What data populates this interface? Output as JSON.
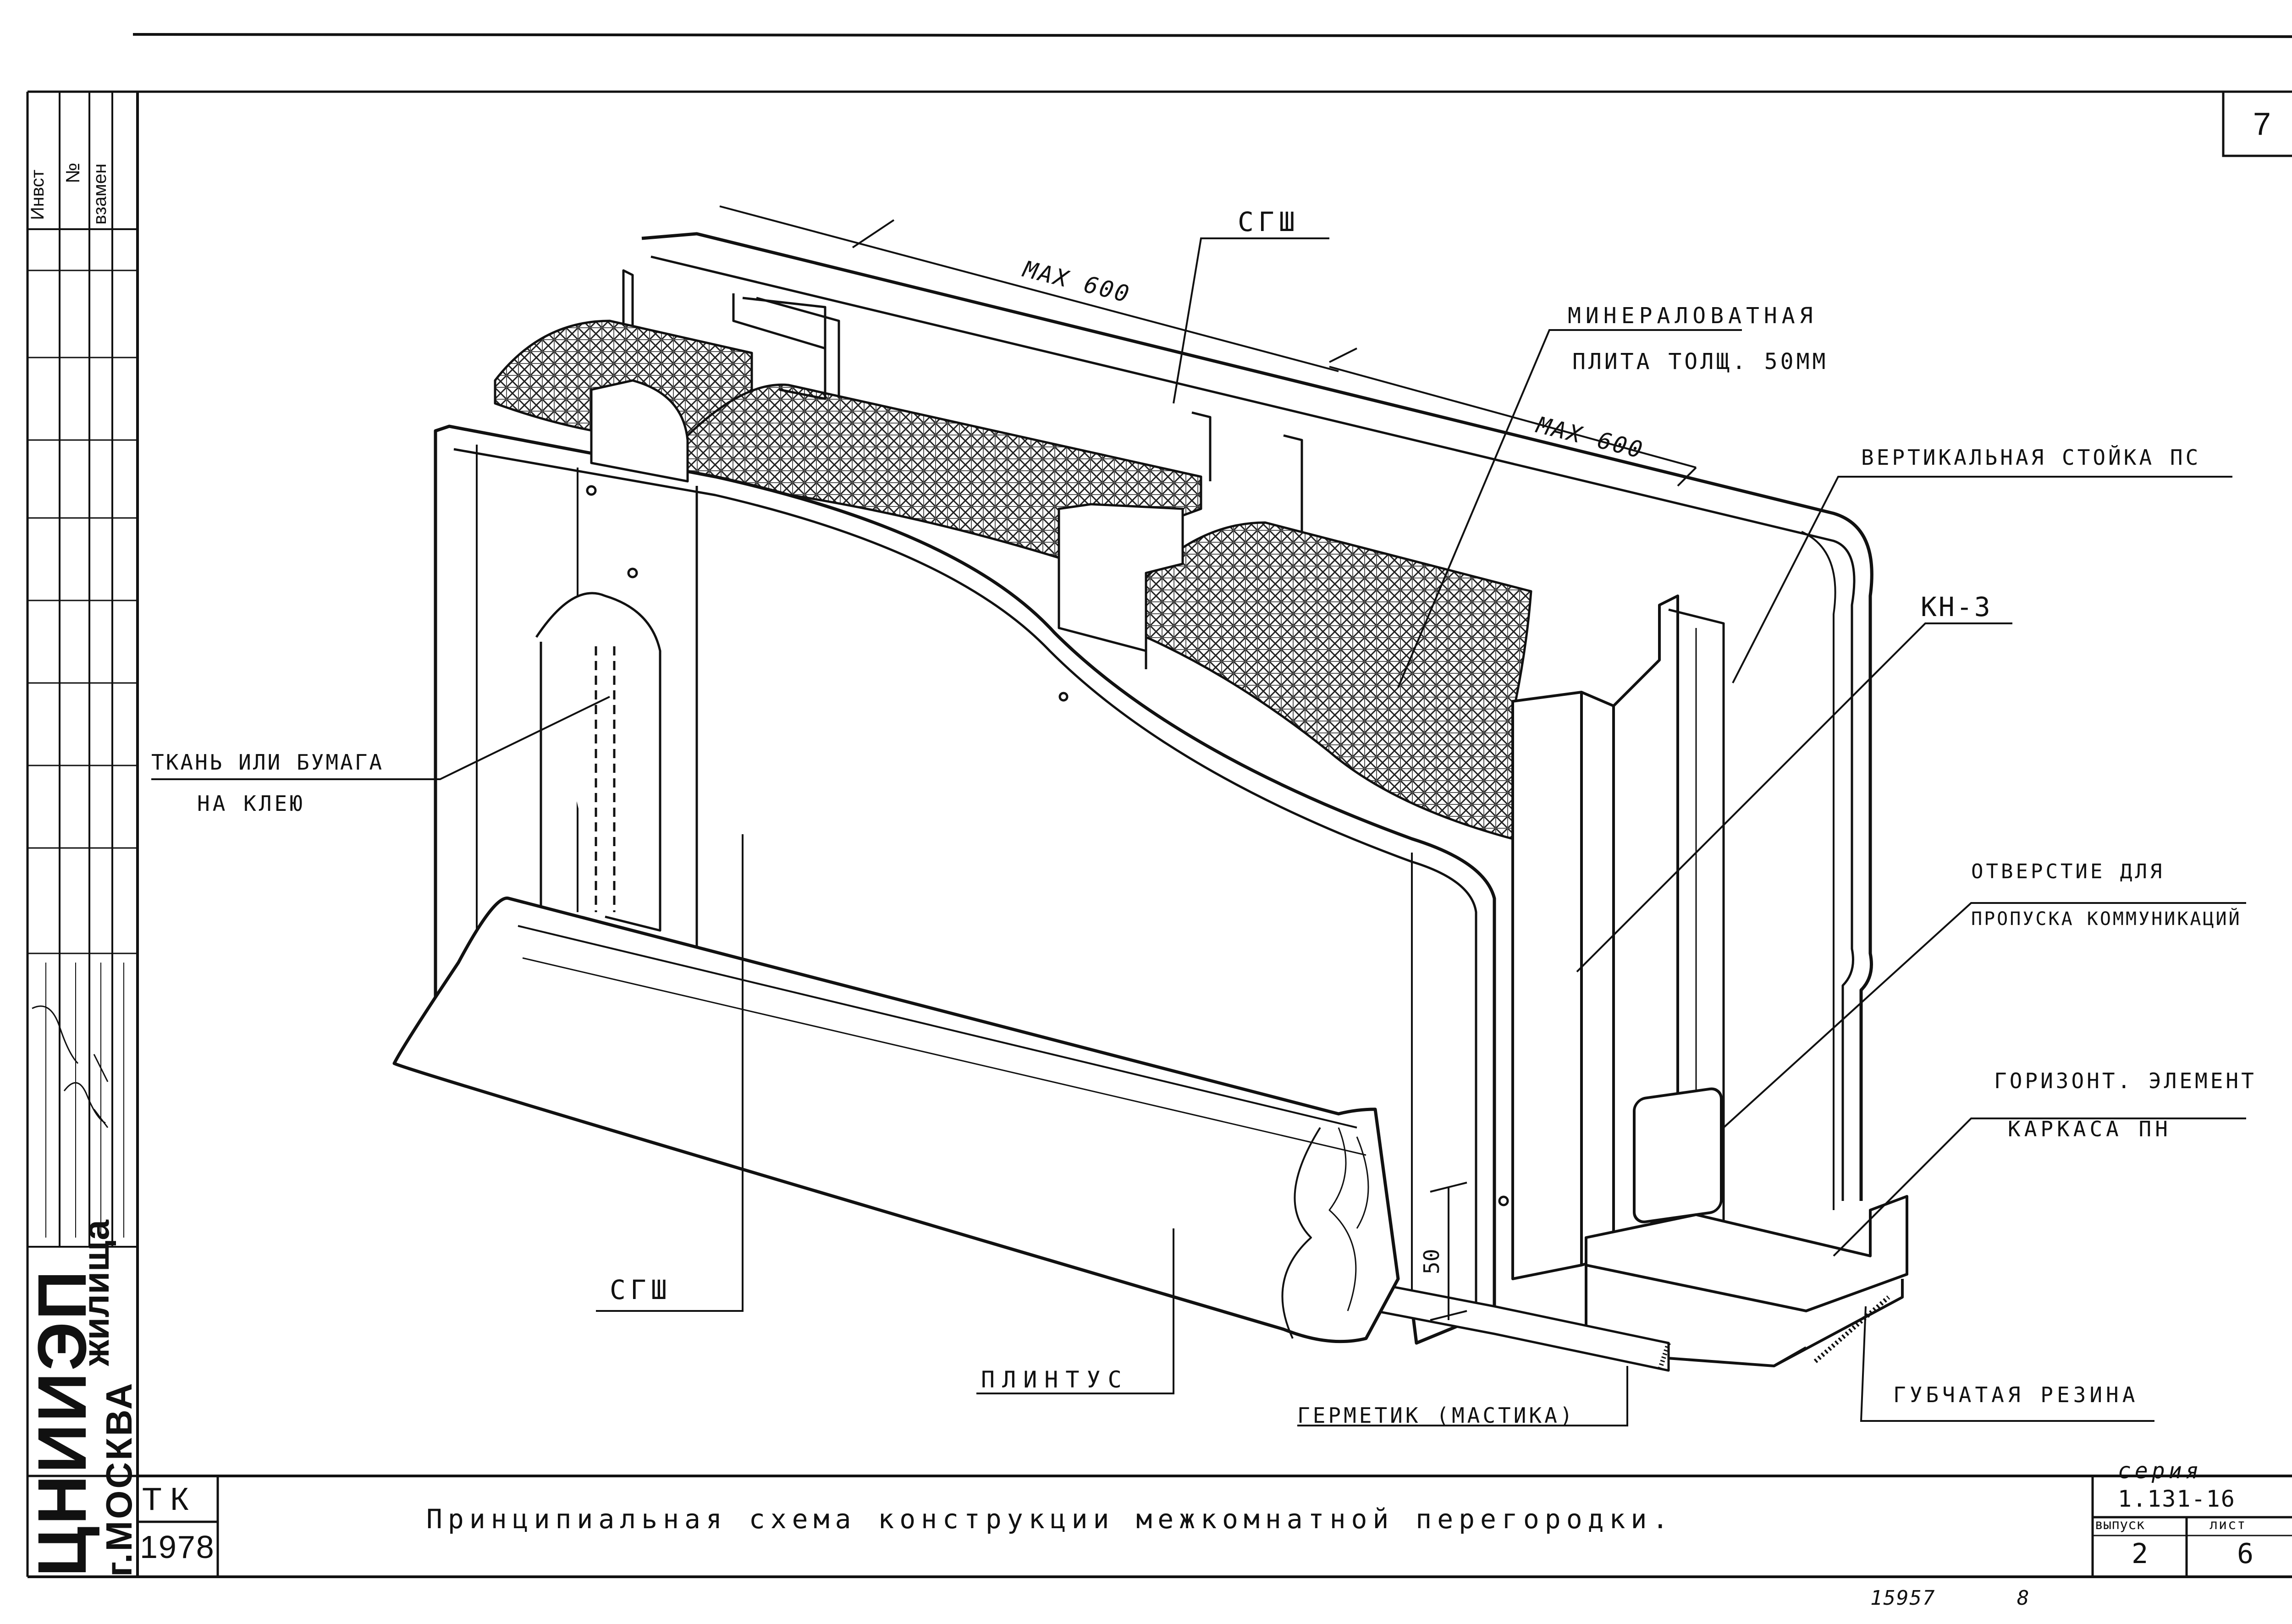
{
  "sheet": {
    "page_number": "7",
    "title": "Принципиальная схема конструкции межкомнатной перегородки.",
    "org_name": "ЦНИИЭП",
    "org_subtitle": "жилища",
    "city": "г.МОСКВА",
    "tk": "ТК",
    "year": "1978",
    "series_label": "серия",
    "series_number": "1.131-16",
    "issue_label": "выпуск",
    "issue_value": "2",
    "sheet_label": "лист",
    "sheet_value": "6",
    "footer_number": "15957",
    "footer_mark": "8",
    "stamp_top": [
      "Инвст",
      "№",
      "взамен"
    ]
  },
  "callouts": {
    "sgsh_top": "СГШ",
    "mineral_line1": "МИНЕРАЛОВАТНАЯ",
    "mineral_line2": "ПЛИТА ТОЛЩ. 50ММ",
    "max600_a": "MAX 600",
    "max600_b": "MAX 600",
    "stud": "ВЕРТИКАЛЬНАЯ СТОЙКА ПС",
    "kn3": "КН-3",
    "hole_line1": "ОТВЕРСТИЕ ДЛЯ",
    "hole_line2": "ПРОПУСКА КОММУНИКАЦИЙ",
    "horiz_line1": "ГОРИЗОНТ. ЭЛЕМЕНТ",
    "horiz_line2": "КАРКАСА ПН",
    "rubber": "ГУБЧАТАЯ РЕЗИНА",
    "sealant": "ГЕРМЕТИК (МАСТИКА)",
    "plinth": "ПЛИНТУС",
    "sgsh_bottom": "СГШ",
    "fabric_line1": "ТКАНЬ ИЛИ БУМАГА",
    "fabric_line2": "НА КЛЕЮ",
    "dim_50": "50"
  }
}
